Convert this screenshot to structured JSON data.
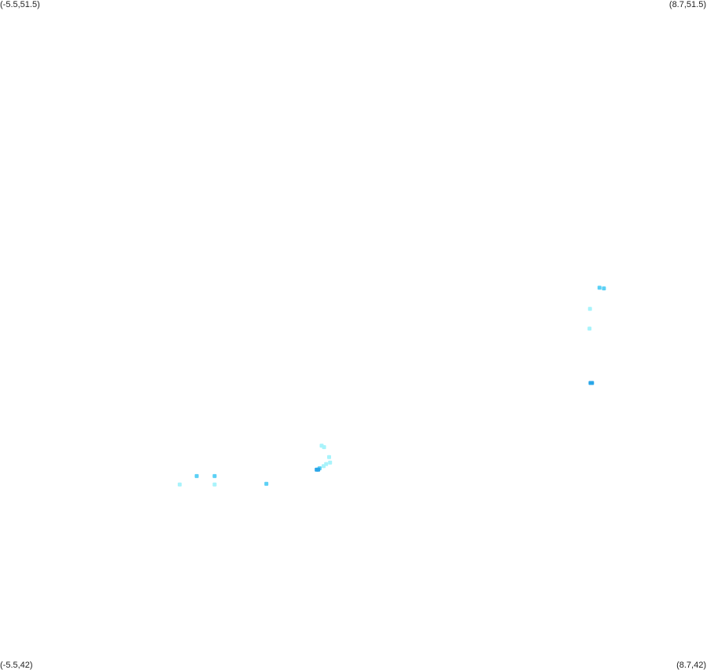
{
  "map": {
    "corners": {
      "top_left": "(-5.5,51.5)",
      "top_right": "(8.7,51.5)",
      "bottom_left": "(-5.5,42)",
      "bottom_right": "(8.7,42)"
    },
    "bounds": {
      "lon_min": -5.5,
      "lon_max": 8.7,
      "lat_min": 42,
      "lat_max": 51.5
    },
    "colors": {
      "light": "#a8f3fb",
      "medium": "#5bd0f5",
      "dark": "#2aa6e8"
    }
  },
  "chart_data": {
    "type": "scatter",
    "points": [
      {
        "lon": 6.54,
        "lat": 47.42,
        "shade": "medium"
      },
      {
        "lon": 6.63,
        "lat": 47.41,
        "shade": "medium"
      },
      {
        "lon": 6.35,
        "lat": 47.12,
        "shade": "light"
      },
      {
        "lon": 6.34,
        "lat": 46.84,
        "shade": "light"
      },
      {
        "lon": 6.36,
        "lat": 46.07,
        "shade": "dark"
      },
      {
        "lon": 6.39,
        "lat": 46.07,
        "shade": "dark"
      },
      {
        "lon": 0.96,
        "lat": 45.18,
        "shade": "light"
      },
      {
        "lon": 1.01,
        "lat": 45.16,
        "shade": "light"
      },
      {
        "lon": 1.11,
        "lat": 45.02,
        "shade": "light"
      },
      {
        "lon": 1.13,
        "lat": 44.94,
        "shade": "light"
      },
      {
        "lon": 1.05,
        "lat": 44.92,
        "shade": "light"
      },
      {
        "lon": 1.0,
        "lat": 44.89,
        "shade": "light"
      },
      {
        "lon": 0.92,
        "lat": 44.86,
        "shade": "medium"
      },
      {
        "lon": 0.86,
        "lat": 44.84,
        "shade": "dark"
      },
      {
        "lon": 0.89,
        "lat": 44.84,
        "shade": "dark"
      },
      {
        "lon": -1.55,
        "lat": 44.75,
        "shade": "medium"
      },
      {
        "lon": -1.19,
        "lat": 44.75,
        "shade": "medium"
      },
      {
        "lon": -0.15,
        "lat": 44.64,
        "shade": "medium"
      },
      {
        "lon": -1.19,
        "lat": 44.63,
        "shade": "light"
      },
      {
        "lon": -1.89,
        "lat": 44.63,
        "shade": "light"
      }
    ]
  }
}
